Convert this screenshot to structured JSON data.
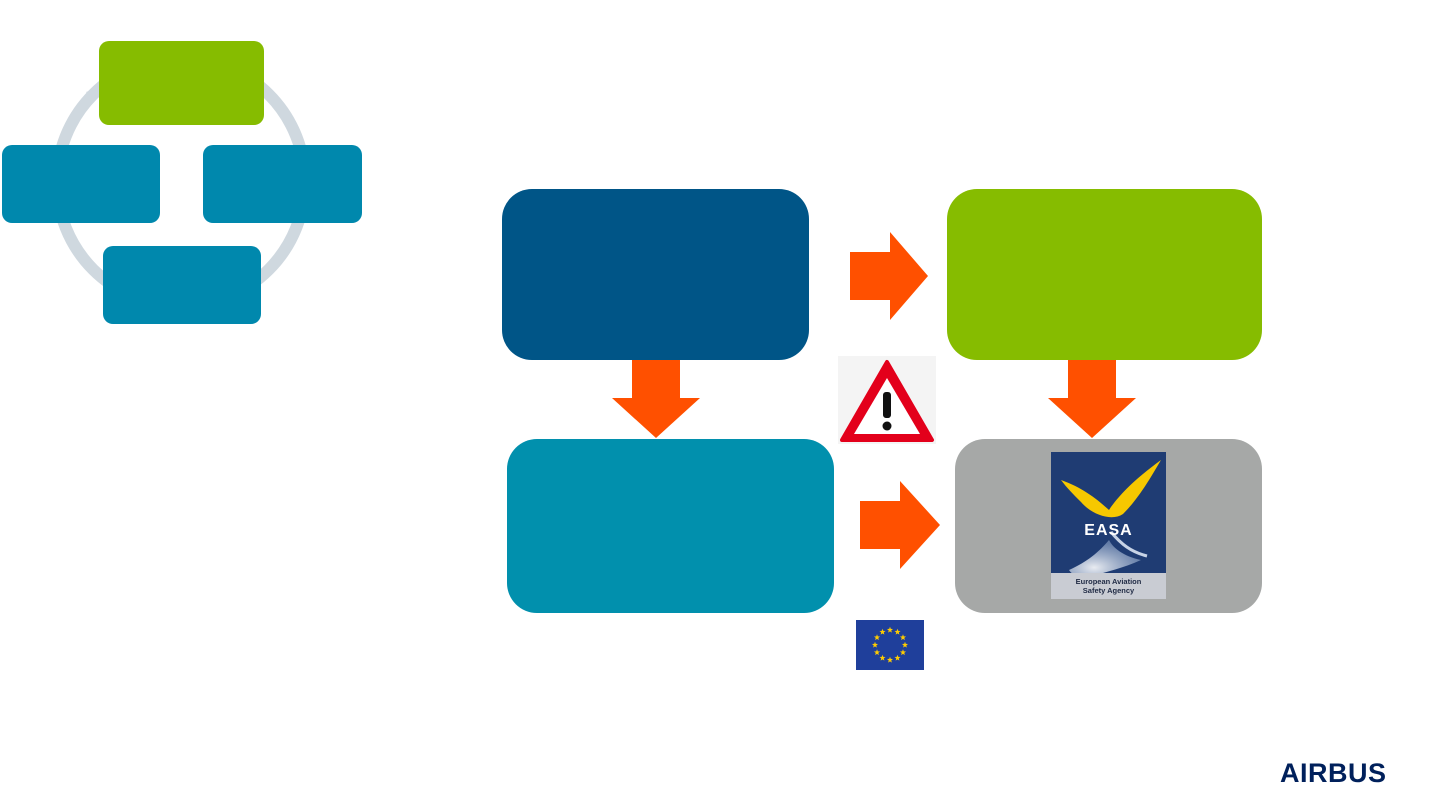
{
  "colors": {
    "green": "#86bc00",
    "teal": "#0088ad",
    "navy": "#005587",
    "teal_light": "#0190ad",
    "grey": "#a6a8a7",
    "orange": "#ff5000",
    "ring": "#cfd8df",
    "eu_blue": "#1f3f9b",
    "eu_star": "#ffcc00",
    "airbus_navy": "#00205b"
  },
  "icons": {
    "warning": "warning-triangle-icon",
    "arrow": "orange-block-arrow",
    "easa": "easa-logo",
    "eu": "eu-flag",
    "airbus": "airbus-logo"
  },
  "easa_logo": {
    "wordmark": "EASA",
    "caption_line1": "European Aviation",
    "caption_line2": "Safety Agency"
  },
  "airbus_logo": {
    "wordmark": "AIRBUS"
  }
}
